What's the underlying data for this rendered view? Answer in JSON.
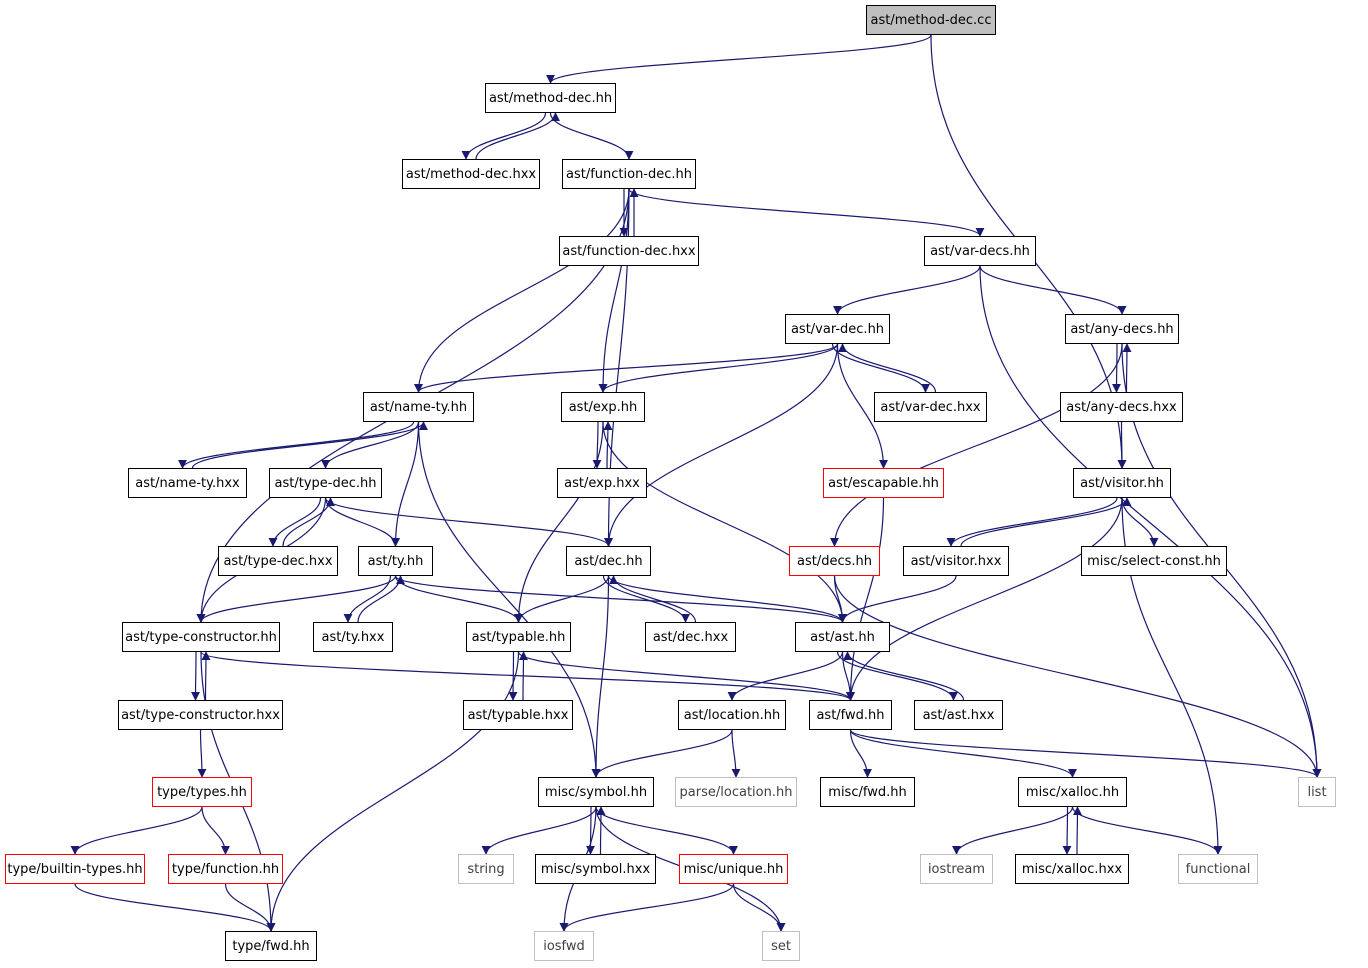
{
  "colors": {
    "edge": "#191970",
    "node_border": "#000000",
    "missing_border": "#ff0000",
    "system_border": "#bfbfbf",
    "root_fill": "#bfbfbf"
  },
  "nodes": [
    {
      "id": "method_dec_cc",
      "label": "ast/method-dec.cc",
      "kind": "root"
    },
    {
      "id": "method_dec_hh",
      "label": "ast/method-dec.hh",
      "kind": "normal"
    },
    {
      "id": "method_dec_hxx",
      "label": "ast/method-dec.hxx",
      "kind": "normal"
    },
    {
      "id": "function_dec_hh",
      "label": "ast/function-dec.hh",
      "kind": "normal"
    },
    {
      "id": "function_dec_hxx",
      "label": "ast/function-dec.hxx",
      "kind": "normal"
    },
    {
      "id": "var_decs_hh",
      "label": "ast/var-decs.hh",
      "kind": "normal"
    },
    {
      "id": "var_dec_hh",
      "label": "ast/var-dec.hh",
      "kind": "normal"
    },
    {
      "id": "any_decs_hh",
      "label": "ast/any-decs.hh",
      "kind": "normal"
    },
    {
      "id": "name_ty_hh",
      "label": "ast/name-ty.hh",
      "kind": "normal"
    },
    {
      "id": "exp_hh",
      "label": "ast/exp.hh",
      "kind": "normal"
    },
    {
      "id": "var_dec_hxx",
      "label": "ast/var-dec.hxx",
      "kind": "normal"
    },
    {
      "id": "any_decs_hxx",
      "label": "ast/any-decs.hxx",
      "kind": "normal"
    },
    {
      "id": "name_ty_hxx",
      "label": "ast/name-ty.hxx",
      "kind": "normal"
    },
    {
      "id": "type_dec_hh",
      "label": "ast/type-dec.hh",
      "kind": "normal"
    },
    {
      "id": "exp_hxx",
      "label": "ast/exp.hxx",
      "kind": "normal"
    },
    {
      "id": "escapable_hh",
      "label": "ast/escapable.hh",
      "kind": "missing"
    },
    {
      "id": "visitor_hh",
      "label": "ast/visitor.hh",
      "kind": "normal"
    },
    {
      "id": "type_dec_hxx",
      "label": "ast/type-dec.hxx",
      "kind": "normal"
    },
    {
      "id": "ty_hh",
      "label": "ast/ty.hh",
      "kind": "normal"
    },
    {
      "id": "dec_hh",
      "label": "ast/dec.hh",
      "kind": "normal"
    },
    {
      "id": "decs_hh",
      "label": "ast/decs.hh",
      "kind": "missing"
    },
    {
      "id": "visitor_hxx",
      "label": "ast/visitor.hxx",
      "kind": "normal"
    },
    {
      "id": "select_const_hh",
      "label": "misc/select-const.hh",
      "kind": "normal"
    },
    {
      "id": "type_constructor_hh",
      "label": "ast/type-constructor.hh",
      "kind": "normal"
    },
    {
      "id": "ty_hxx",
      "label": "ast/ty.hxx",
      "kind": "normal"
    },
    {
      "id": "typable_hh",
      "label": "ast/typable.hh",
      "kind": "normal"
    },
    {
      "id": "dec_hxx",
      "label": "ast/dec.hxx",
      "kind": "normal"
    },
    {
      "id": "ast_hh",
      "label": "ast/ast.hh",
      "kind": "normal"
    },
    {
      "id": "type_constructor_hxx",
      "label": "ast/type-constructor.hxx",
      "kind": "normal"
    },
    {
      "id": "typable_hxx",
      "label": "ast/typable.hxx",
      "kind": "normal"
    },
    {
      "id": "location_hh",
      "label": "ast/location.hh",
      "kind": "normal"
    },
    {
      "id": "fwd_hh",
      "label": "ast/fwd.hh",
      "kind": "normal"
    },
    {
      "id": "ast_hxx",
      "label": "ast/ast.hxx",
      "kind": "normal"
    },
    {
      "id": "list",
      "label": "list",
      "kind": "system"
    },
    {
      "id": "types_hh",
      "label": "type/types.hh",
      "kind": "missing"
    },
    {
      "id": "symbol_hh",
      "label": "misc/symbol.hh",
      "kind": "normal"
    },
    {
      "id": "parse_location_hh",
      "label": "parse/location.hh",
      "kind": "system"
    },
    {
      "id": "misc_fwd_hh",
      "label": "misc/fwd.hh",
      "kind": "normal"
    },
    {
      "id": "xalloc_hh",
      "label": "misc/xalloc.hh",
      "kind": "normal"
    },
    {
      "id": "builtin_types_hh",
      "label": "type/builtin-types.hh",
      "kind": "missing"
    },
    {
      "id": "function_hh",
      "label": "type/function.hh",
      "kind": "missing"
    },
    {
      "id": "string",
      "label": "string",
      "kind": "system"
    },
    {
      "id": "symbol_hxx",
      "label": "misc/symbol.hxx",
      "kind": "normal"
    },
    {
      "id": "unique_hh",
      "label": "misc/unique.hh",
      "kind": "missing"
    },
    {
      "id": "iostream",
      "label": "iostream",
      "kind": "system"
    },
    {
      "id": "xalloc_hxx",
      "label": "misc/xalloc.hxx",
      "kind": "normal"
    },
    {
      "id": "functional",
      "label": "functional",
      "kind": "system"
    },
    {
      "id": "type_fwd_hh",
      "label": "type/fwd.hh",
      "kind": "normal"
    },
    {
      "id": "iosfwd",
      "label": "iosfwd",
      "kind": "system"
    },
    {
      "id": "set",
      "label": "set",
      "kind": "system"
    }
  ],
  "edges": [
    [
      "method_dec_cc",
      "method_dec_hh"
    ],
    [
      "method_dec_cc",
      "visitor_hh"
    ],
    [
      "method_dec_hh",
      "method_dec_hxx"
    ],
    [
      "method_dec_hxx",
      "method_dec_hh"
    ],
    [
      "method_dec_hh",
      "function_dec_hh"
    ],
    [
      "function_dec_hh",
      "function_dec_hxx"
    ],
    [
      "function_dec_hxx",
      "function_dec_hh"
    ],
    [
      "function_dec_hh",
      "var_decs_hh"
    ],
    [
      "function_dec_hh",
      "type_constructor_hh"
    ],
    [
      "function_dec_hh",
      "name_ty_hh"
    ],
    [
      "function_dec_hh",
      "exp_hh"
    ],
    [
      "function_dec_hh",
      "dec_hh"
    ],
    [
      "var_decs_hh",
      "var_dec_hh"
    ],
    [
      "var_decs_hh",
      "any_decs_hh"
    ],
    [
      "var_decs_hh",
      "list"
    ],
    [
      "var_dec_hh",
      "name_ty_hh"
    ],
    [
      "var_dec_hh",
      "exp_hh"
    ],
    [
      "var_dec_hh",
      "var_dec_hxx"
    ],
    [
      "var_dec_hxx",
      "var_dec_hh"
    ],
    [
      "var_dec_hh",
      "escapable_hh"
    ],
    [
      "var_dec_hh",
      "dec_hh"
    ],
    [
      "any_decs_hh",
      "any_decs_hxx"
    ],
    [
      "any_decs_hxx",
      "any_decs_hh"
    ],
    [
      "any_decs_hh",
      "decs_hh"
    ],
    [
      "any_decs_hh",
      "list"
    ],
    [
      "any_decs_hxx",
      "visitor_hh"
    ],
    [
      "name_ty_hh",
      "name_ty_hxx"
    ],
    [
      "name_ty_hxx",
      "name_ty_hh"
    ],
    [
      "name_ty_hh",
      "type_dec_hh"
    ],
    [
      "name_ty_hh",
      "ty_hh"
    ],
    [
      "name_ty_hh",
      "symbol_hh"
    ],
    [
      "exp_hh",
      "exp_hxx"
    ],
    [
      "exp_hxx",
      "exp_hh"
    ],
    [
      "exp_hh",
      "typable_hh"
    ],
    [
      "exp_hh",
      "ast_hh"
    ],
    [
      "escapable_hh",
      "fwd_hh"
    ],
    [
      "visitor_hh",
      "visitor_hxx"
    ],
    [
      "visitor_hxx",
      "visitor_hh"
    ],
    [
      "visitor_hh",
      "select_const_hh"
    ],
    [
      "visitor_hh",
      "fwd_hh"
    ],
    [
      "visitor_hh",
      "functional"
    ],
    [
      "type_dec_hh",
      "type_dec_hxx"
    ],
    [
      "type_dec_hxx",
      "type_dec_hh"
    ],
    [
      "type_dec_hh",
      "ty_hh"
    ],
    [
      "type_dec_hh",
      "dec_hh"
    ],
    [
      "type_dec_hh",
      "type_constructor_hh"
    ],
    [
      "ty_hh",
      "ty_hxx"
    ],
    [
      "ty_hxx",
      "ty_hh"
    ],
    [
      "ty_hh",
      "type_constructor_hh"
    ],
    [
      "ty_hh",
      "typable_hh"
    ],
    [
      "ty_hh",
      "ast_hh"
    ],
    [
      "dec_hh",
      "dec_hxx"
    ],
    [
      "dec_hxx",
      "dec_hh"
    ],
    [
      "dec_hh",
      "typable_hh"
    ],
    [
      "dec_hh",
      "ast_hh"
    ],
    [
      "dec_hh",
      "symbol_hh"
    ],
    [
      "decs_hh",
      "ast_hh"
    ],
    [
      "decs_hh",
      "list"
    ],
    [
      "visitor_hxx",
      "ast_hh"
    ],
    [
      "type_constructor_hh",
      "type_constructor_hxx"
    ],
    [
      "type_constructor_hxx",
      "type_constructor_hh"
    ],
    [
      "type_constructor_hh",
      "fwd_hh"
    ],
    [
      "type_constructor_hh",
      "type_fwd_hh"
    ],
    [
      "typable_hh",
      "typable_hxx"
    ],
    [
      "typable_hxx",
      "typable_hh"
    ],
    [
      "typable_hh",
      "fwd_hh"
    ],
    [
      "typable_hh",
      "type_fwd_hh"
    ],
    [
      "ast_hh",
      "ast_hxx"
    ],
    [
      "ast_hxx",
      "ast_hh"
    ],
    [
      "ast_hh",
      "location_hh"
    ],
    [
      "ast_hh",
      "fwd_hh"
    ],
    [
      "type_constructor_hxx",
      "types_hh"
    ],
    [
      "location_hh",
      "symbol_hh"
    ],
    [
      "location_hh",
      "parse_location_hh"
    ],
    [
      "fwd_hh",
      "misc_fwd_hh"
    ],
    [
      "fwd_hh",
      "xalloc_hh"
    ],
    [
      "fwd_hh",
      "list"
    ],
    [
      "types_hh",
      "builtin_types_hh"
    ],
    [
      "types_hh",
      "function_hh"
    ],
    [
      "symbol_hh",
      "string"
    ],
    [
      "symbol_hh",
      "symbol_hxx"
    ],
    [
      "symbol_hxx",
      "symbol_hh"
    ],
    [
      "symbol_hh",
      "unique_hh"
    ],
    [
      "symbol_hh",
      "iosfwd"
    ],
    [
      "symbol_hh",
      "set"
    ],
    [
      "xalloc_hh",
      "iostream"
    ],
    [
      "xalloc_hh",
      "xalloc_hxx"
    ],
    [
      "xalloc_hxx",
      "xalloc_hh"
    ],
    [
      "xalloc_hh",
      "functional"
    ],
    [
      "builtin_types_hh",
      "type_fwd_hh"
    ],
    [
      "function_hh",
      "type_fwd_hh"
    ],
    [
      "unique_hh",
      "iosfwd"
    ],
    [
      "unique_hh",
      "set"
    ]
  ]
}
